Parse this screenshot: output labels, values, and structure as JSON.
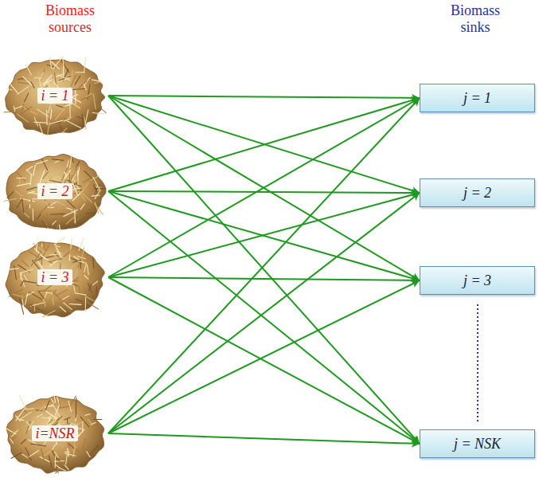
{
  "diagram": {
    "nodes": [
      {
        "text": [
          "i = 1"
        ]
      },
      {
        "text": [
          "i = 2"
        ]
      },
      {
        "text": [
          "i = 3"
        ]
      },
      {
        "text": [
          "i=NSR"
        ]
      },
      {
        "text": [
          "j = 1"
        ]
      },
      {
        "text": [
          "j = 2"
        ]
      },
      {
        "text": [
          "j = 3"
        ]
      },
      {
        "text": [
          "j = NSK"
        ]
      }
    ],
    "edges": [
      {
        "from": 0,
        "to": 4,
        "arrow": "to"
      },
      {
        "from": 0,
        "to": 5,
        "arrow": "to"
      },
      {
        "from": 0,
        "to": 6,
        "arrow": "to"
      },
      {
        "from": 0,
        "to": 7,
        "arrow": "to"
      },
      {
        "from": 1,
        "to": 4,
        "arrow": "to"
      },
      {
        "from": 1,
        "to": 5,
        "arrow": "to"
      },
      {
        "from": 1,
        "to": 6,
        "arrow": "to"
      },
      {
        "from": 1,
        "to": 7,
        "arrow": "to"
      },
      {
        "from": 2,
        "to": 4,
        "arrow": "to"
      },
      {
        "from": 2,
        "to": 5,
        "arrow": "to"
      },
      {
        "from": 2,
        "to": 6,
        "arrow": "to"
      },
      {
        "from": 2,
        "to": 7,
        "arrow": "to"
      },
      {
        "from": 3,
        "to": 4,
        "arrow": "to"
      },
      {
        "from": 3,
        "to": 5,
        "arrow": "to"
      },
      {
        "from": 3,
        "to": 6,
        "arrow": "to"
      },
      {
        "from": 3,
        "to": 7,
        "arrow": "to"
      }
    ],
    "labels": [
      "Biomass sources",
      "Biomass sinks"
    ]
  }
}
